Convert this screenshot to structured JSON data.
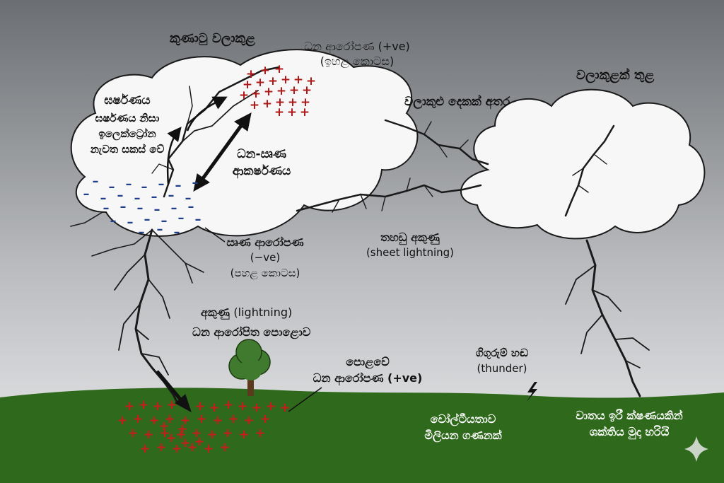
{
  "labels": {
    "cloud_title": "කුණාටු වලාකුළ",
    "positive_charge_top": "ධන ආරෝපණ (+ve)",
    "top_part": "(ඉහළ කොටස)",
    "friction": "ඝර්ෂණය",
    "friction_desc_1": "ඝර්ෂණය නිසා",
    "friction_desc_2": "ඉලෙක්ට්‍රෝන",
    "friction_desc_3": "නැවත සකස් වේ",
    "attraction_1": "ධන-ඍණ",
    "attraction_2": "ආකර්ෂණය",
    "negative_charge": "ඍණ ආරෝපණ",
    "negative_sign": "(−ve)",
    "bottom_part": "(පහළ කොටස)",
    "between_clouds": "වලාකුළු දෙකක් අතර",
    "within_cloud": "වලාකුළක් තුළ",
    "sheet_lightning_si": "තහඩු අකුණු",
    "sheet_lightning_en": "(sheet lightning)",
    "lightning_si": "අකුණු",
    "lightning_en": "(lightning)",
    "positive_ground_desc": "ධන ආරෝපිත පොළොව",
    "ground_charge_1": "පොළවේ",
    "ground_charge_2": "ධන ආරෝපණ (+ve)",
    "thunder_si": "ගිගුරුම් හඬ",
    "thunder_en": "(thunder)",
    "voltage_1": "වෝල්ටීයතාව",
    "voltage_2": "මිලියන ගණනක්",
    "energy_1": "වාතය ඉරී ක්ෂණයකින්",
    "energy_2": "ශක්තිය මුදා හරියි"
  },
  "colors": {
    "sky_top": "#6c6f73",
    "sky_bottom": "#e8e9eb",
    "ground": "#2f6a1c",
    "cloud_fill": "#f7f7f7",
    "positive": "#b01818",
    "negative": "#1f3f8a",
    "bolt": "#1a1a1a"
  }
}
